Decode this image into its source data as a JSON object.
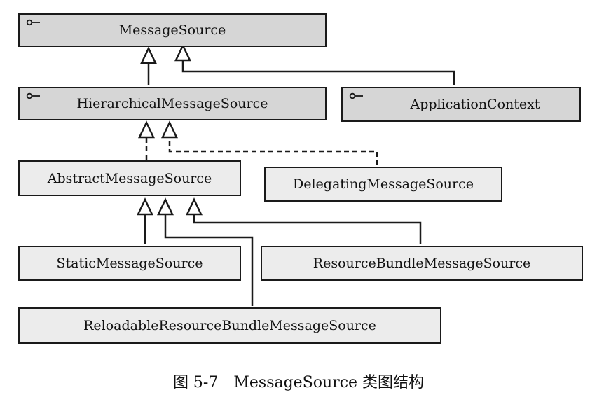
{
  "boxes": {
    "message_source": "MessageSource",
    "hierarchical_message_source": "HierarchicalMessageSource",
    "application_context": "ApplicationContext",
    "abstract_message_source": "AbstractMessageSource",
    "delegating_message_source": "DelegatingMessageSource",
    "static_message_source": "StaticMessageSource",
    "resource_bundle_message_source": "ResourceBundleMessageSource",
    "reloadable_resource_bundle_message_source": "ReloadableResourceBundleMessageSource"
  },
  "caption": "图 5-7　MessageSource 类图结构",
  "colors": {
    "interface_fill": "#d6d6d6",
    "class_fill": "#ececec",
    "stroke": "#1a1a1a"
  }
}
